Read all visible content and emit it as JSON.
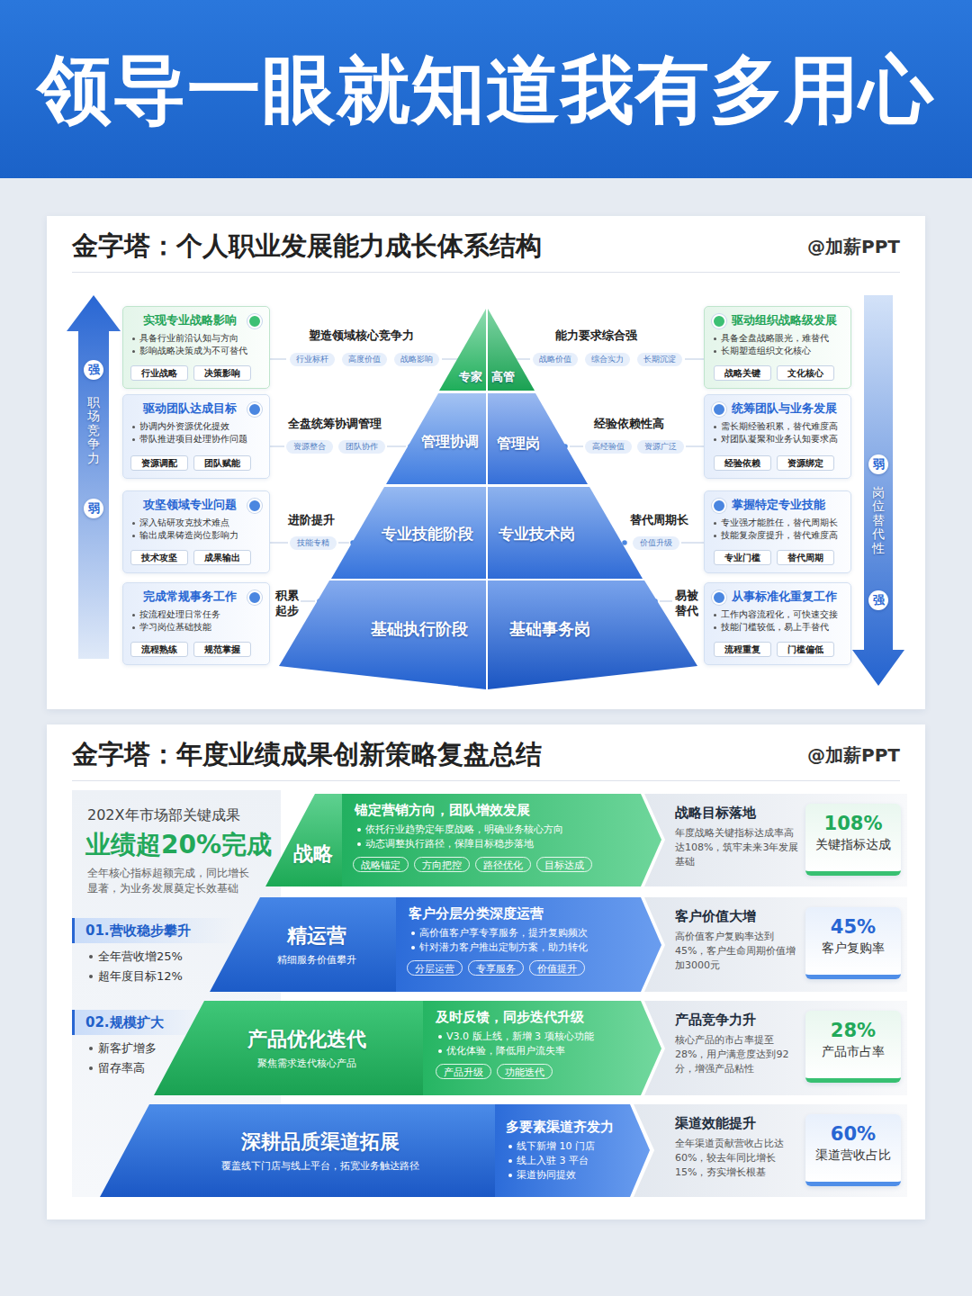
{
  "diagram": {
    "title": "领导一眼就知道我有多用心",
    "nodes": [
      {
        "text": [
          "金字塔：个人职业发展能力成长体系结构",
          "@加薪PPT"
        ]
      },
      {
        "text": [
          "强",
          "职场竞争力",
          "弱"
        ],
        "in": 0
      },
      {
        "text": [
          "实现专业战略影响",
          "具备行业前沿认知与方向",
          "影响战略决策成为不可替代"
        ],
        "in": 0
      },
      {
        "text": [
          "行业战略"
        ],
        "in": 2
      },
      {
        "text": [
          "决策影响"
        ],
        "in": 2
      },
      {
        "text": [
          "专家"
        ],
        "in": 0
      },
      {
        "text": [
          "高管"
        ],
        "in": 0
      },
      {
        "text": [
          "行业标杆"
        ],
        "in": 0
      },
      {
        "text": [
          "高度价值"
        ],
        "in": 0
      },
      {
        "text": [
          "战略影响"
        ],
        "in": 0
      },
      {
        "text": [
          "战略价值"
        ],
        "in": 0
      },
      {
        "text": [
          "综合实力"
        ],
        "in": 0
      },
      {
        "text": [
          "长期沉淀"
        ],
        "in": 0
      },
      {
        "text": [
          "驱动组织战略级发展",
          "具备全盘战略眼光，难替代",
          "长期塑造组织文化核心"
        ],
        "in": 0
      },
      {
        "text": [
          "战略关键"
        ],
        "in": 13
      },
      {
        "text": [
          "文化核心"
        ],
        "in": 13
      },
      {
        "text": [
          "弱",
          "岗位替代性",
          "强"
        ],
        "in": 0
      },
      {
        "text": [
          "驱动团队达成目标",
          "协调内外资源优化提效",
          "带队推进项目处理协作问题"
        ],
        "in": 0
      },
      {
        "text": [
          "资源调配"
        ],
        "in": 17
      },
      {
        "text": [
          "团队赋能"
        ],
        "in": 17
      },
      {
        "text": [
          "资源整合"
        ],
        "in": 0
      },
      {
        "text": [
          "团队协作"
        ],
        "in": 0
      },
      {
        "text": [
          "管理协调"
        ],
        "in": 0
      },
      {
        "text": [
          "管理岗"
        ],
        "in": 0
      },
      {
        "text": [
          "高经验值"
        ],
        "in": 0
      },
      {
        "text": [
          "资源广泛"
        ],
        "in": 0
      },
      {
        "text": [
          "统筹团队与业务发展",
          "需长期经验积累，替代难度高",
          "对团队凝聚和业务认知要求高"
        ],
        "in": 0
      },
      {
        "text": [
          "经验依赖"
        ],
        "in": 26
      },
      {
        "text": [
          "资源绑定"
        ],
        "in": 26
      },
      {
        "text": [
          "攻坚领域专业问题",
          "深入钻研攻克技术难点",
          "输出成果铸造岗位影响力"
        ],
        "in": 0
      },
      {
        "text": [
          "技术攻坚"
        ],
        "in": 29
      },
      {
        "text": [
          "成果输出"
        ],
        "in": 29
      },
      {
        "text": [
          "技能专精"
        ],
        "in": 0
      },
      {
        "text": [
          "专业技能阶段"
        ],
        "in": 0
      },
      {
        "text": [
          "专业技术岗"
        ],
        "in": 0
      },
      {
        "text": [
          "价值升级"
        ],
        "in": 0
      },
      {
        "text": [
          "掌握特定专业技能",
          "专业强才能胜任，替代周期长",
          "技能复杂度提升，替代难度高"
        ],
        "in": 0
      },
      {
        "text": [
          "专业门槛"
        ],
        "in": 36
      },
      {
        "text": [
          "替代周期"
        ],
        "in": 36
      },
      {
        "text": [
          "完成常规事务工作",
          "按流程处理日常任务",
          "学习岗位基础技能"
        ],
        "in": 0
      },
      {
        "text": [
          "流程熟练"
        ],
        "in": 39
      },
      {
        "text": [
          "规范掌握"
        ],
        "in": 39
      },
      {
        "text": [
          "基础执行阶段"
        ],
        "in": 0
      },
      {
        "text": [
          "基础事务岗"
        ],
        "in": 0
      },
      {
        "text": [
          "从事标准化重复工作",
          "工作内容流程化，可快速交接",
          "技能门槛较低，易上手替代"
        ],
        "in": 0
      },
      {
        "text": [
          "流程重复"
        ],
        "in": 44
      },
      {
        "text": [
          "门槛偏低"
        ],
        "in": 44
      },
      {
        "text": [
          "金字塔：年度业绩成果创新策略复盘总结",
          "@加薪PPT"
        ]
      },
      {
        "text": [
          "202X年市场部关键成果",
          "业绩超20%完成",
          "全年核心指标超额完成，同比增长显著，为业务发展奠定长效基础",
          "全年营收增25%",
          "超年度目标12%",
          "新客扩增多",
          "留存率高"
        ],
        "in": 47
      },
      {
        "text": [
          "01.营收稳步攀升"
        ],
        "in": 48
      },
      {
        "text": [
          "02.规模扩大"
        ],
        "in": 48
      },
      {
        "text": [
          "战略"
        ],
        "in": 47
      },
      {
        "text": [
          "锚定营销方向，团队增效发展",
          "依托行业趋势定年度战略，明确业务核心方向",
          "动态调整执行路径，保障目标稳步落地"
        ],
        "in": 47
      },
      {
        "text": [
          "战略锚定"
        ],
        "in": 52
      },
      {
        "text": [
          "方向把控"
        ],
        "in": 52
      },
      {
        "text": [
          "路径优化"
        ],
        "in": 52
      },
      {
        "text": [
          "目标达成"
        ],
        "in": 52
      },
      {
        "text": [
          "战略目标落地",
          "年度战略关键指标达成率高达108%，筑牢未来3年发展基础"
        ],
        "in": 47
      },
      {
        "text": [
          "108%",
          "关键指标达成"
        ],
        "in": 57
      },
      {
        "text": [
          "精运营",
          "精细服务价值攀升"
        ],
        "in": 47
      },
      {
        "text": [
          "客户分层分类深度运营",
          "高价值客户享专享服务，提升复购频次",
          "针对潜力客户推出定制方案，助力转化"
        ],
        "in": 47
      },
      {
        "text": [
          "分层运营"
        ],
        "in": 60
      },
      {
        "text": [
          "专享服务"
        ],
        "in": 60
      },
      {
        "text": [
          "价值提升"
        ],
        "in": 60
      },
      {
        "text": [
          "客户价值大增",
          "高价值客户复购率达到45%，客户生命周期价值增加3000元"
        ],
        "in": 47
      },
      {
        "text": [
          "45%",
          "客户复购率"
        ],
        "in": 64
      },
      {
        "text": [
          "产品优化迭代",
          "聚焦需求迭代核心产品"
        ],
        "in": 47
      },
      {
        "text": [
          "及时反馈，同步迭代升级",
          "V3.0 版上线，新增 3 项核心功能",
          "优化体验，降低用户流失率"
        ],
        "in": 47
      },
      {
        "text": [
          "产品升级"
        ],
        "in": 67
      },
      {
        "text": [
          "功能迭代"
        ],
        "in": 67
      },
      {
        "text": [
          "产品竞争力升",
          "核心产品的市占率提至28%，用户满意度达到92分，增强产品粘性"
        ],
        "in": 47
      },
      {
        "text": [
          "28%",
          "产品市占率"
        ],
        "in": 70
      },
      {
        "text": [
          "深耕品质渠道拓展",
          "覆盖线下门店与线上平台，拓宽业务触达路径"
        ],
        "in": 47
      },
      {
        "text": [
          "多要素渠道齐发力",
          "线下新增 10 门店",
          "线上入驻 3 平台",
          "渠道协同提效"
        ],
        "in": 47
      },
      {
        "text": [
          "渠道效能提升",
          "全年渠道贡献营收占比达60%，较去年同比增长15%，夯实增长根基"
        ],
        "in": 47
      },
      {
        "text": [
          "60%",
          "渠道营收占比"
        ],
        "in": 74
      }
    ],
    "labels": [
      "塑造领域核心竞争力",
      "能力要求综合强",
      "全盘统筹协调管理",
      "经验依赖性高",
      "进阶提升",
      "替代周期长",
      "积累起步",
      "易被替代"
    ]
  }
}
